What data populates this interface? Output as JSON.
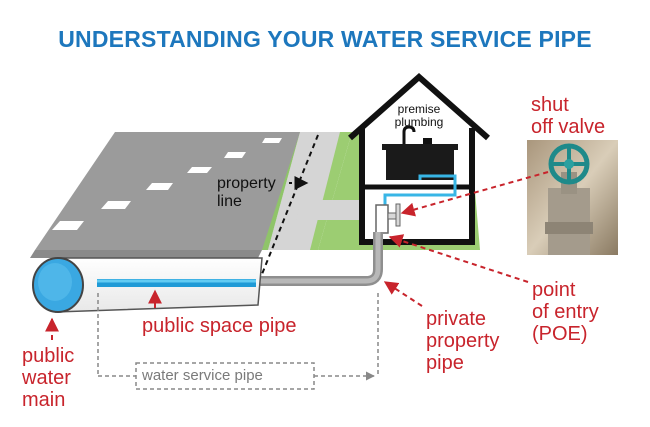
{
  "title": "UNDERSTANDING YOUR WATER SERVICE PIPE",
  "labels": {
    "premise_plumbing_1": "premise",
    "premise_plumbing_2": "plumbing",
    "property_line_1": "property",
    "property_line_2": "line",
    "shut_off_valve_1": "shut",
    "shut_off_valve_2": "off valve",
    "point_of_entry_1": "point",
    "point_of_entry_2": "of entry",
    "point_of_entry_3": "(POE)",
    "private_property_pipe_1": "private",
    "private_property_pipe_2": "property",
    "private_property_pipe_3": "pipe",
    "public_space_pipe": "public space pipe",
    "public_water_main_1": "public",
    "public_water_main_2": "water",
    "public_water_main_3": "main",
    "water_service_pipe": "water service pipe"
  },
  "colors": {
    "title": "#1d77bd",
    "red_label": "#c8242c",
    "road": "#9a9a9a",
    "grass": "#9ccd72",
    "sidewalk": "#d5d5d5",
    "public_pipe": "#38b6e6",
    "private_pipe": "#9b9b9b"
  }
}
